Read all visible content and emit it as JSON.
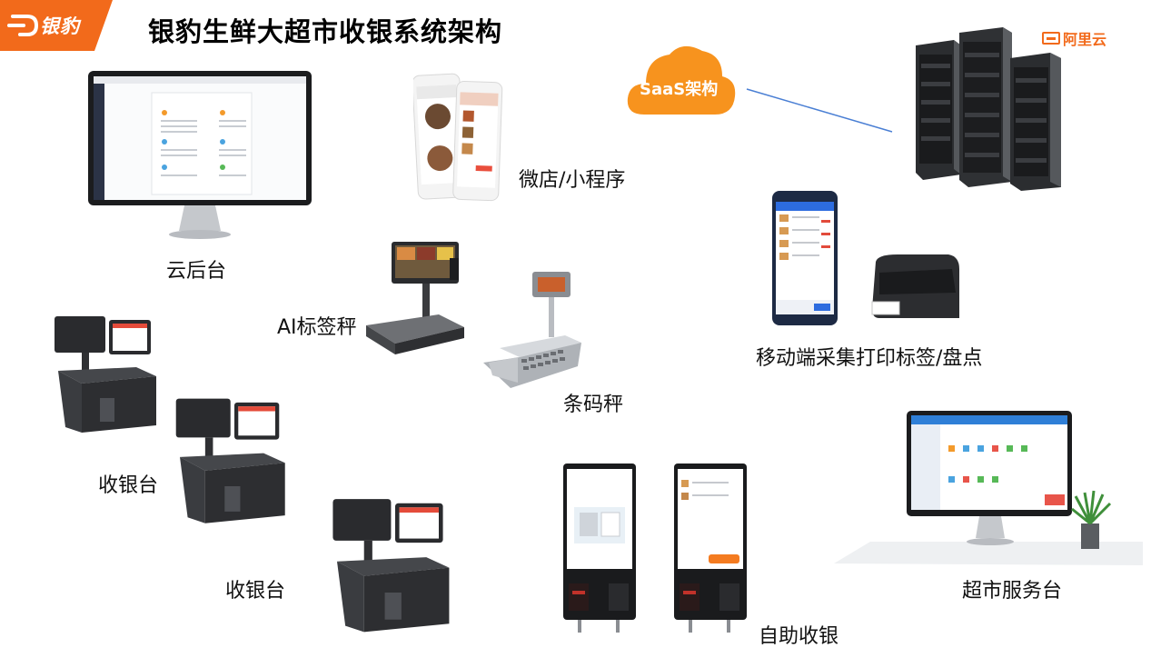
{
  "header": {
    "logo_text": "银豹",
    "title": "银豹生鲜大超市收银系统架构"
  },
  "cloud": {
    "label": "SaaS架构",
    "provider_brand": "阿里云",
    "color": "#f7931e"
  },
  "devices": {
    "cloud_backend": "云后台",
    "wechat_store": "微店/小程序",
    "ai_scale": "AI标签秤",
    "barcode_scale": "条码秤",
    "mobile_print": "移动端采集打印标签/盘点",
    "pos_1": "收银台",
    "pos_2": "收银台",
    "self_checkout": "自助收银",
    "service_desk": "超市服务台"
  },
  "colors": {
    "brand_orange": "#f26a1b",
    "cloud_orange": "#f7931e",
    "connector_blue": "#4a7fd4"
  }
}
